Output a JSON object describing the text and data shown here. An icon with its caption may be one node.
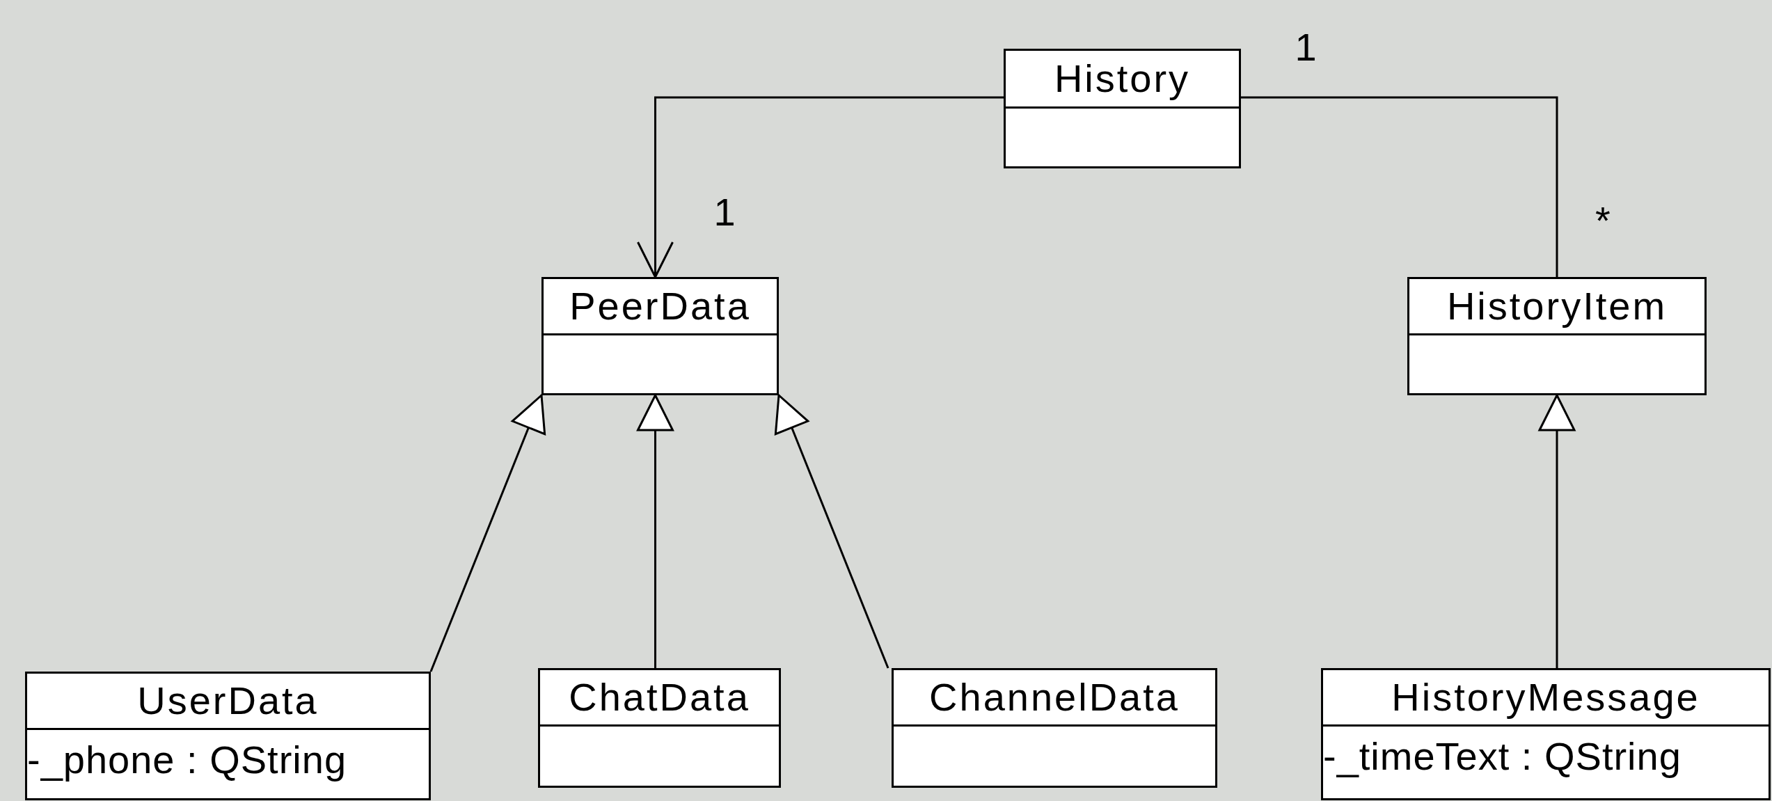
{
  "diagram": {
    "nodes": [
      {
        "text": [
          "History"
        ]
      },
      {
        "text": [
          "PeerData"
        ]
      },
      {
        "text": [
          "HistoryItem"
        ]
      },
      {
        "text": [
          "UserData",
          "-_phone : QString"
        ]
      },
      {
        "text": [
          "ChatData"
        ]
      },
      {
        "text": [
          "ChannelData"
        ]
      },
      {
        "text": [
          "HistoryMessage",
          "-_timeText : QString"
        ]
      }
    ],
    "edges": [
      {
        "from": 0,
        "to": 1,
        "arrow": "to"
      },
      {
        "from": 0,
        "to": 2,
        "arrow": "none"
      },
      {
        "from": 3,
        "to": 1,
        "arrow": "to"
      },
      {
        "from": 4,
        "to": 1,
        "arrow": "to"
      },
      {
        "from": 5,
        "to": 1,
        "arrow": "to"
      },
      {
        "from": 6,
        "to": 2,
        "arrow": "to"
      }
    ],
    "labels": [
      "1",
      "1",
      "*"
    ]
  }
}
